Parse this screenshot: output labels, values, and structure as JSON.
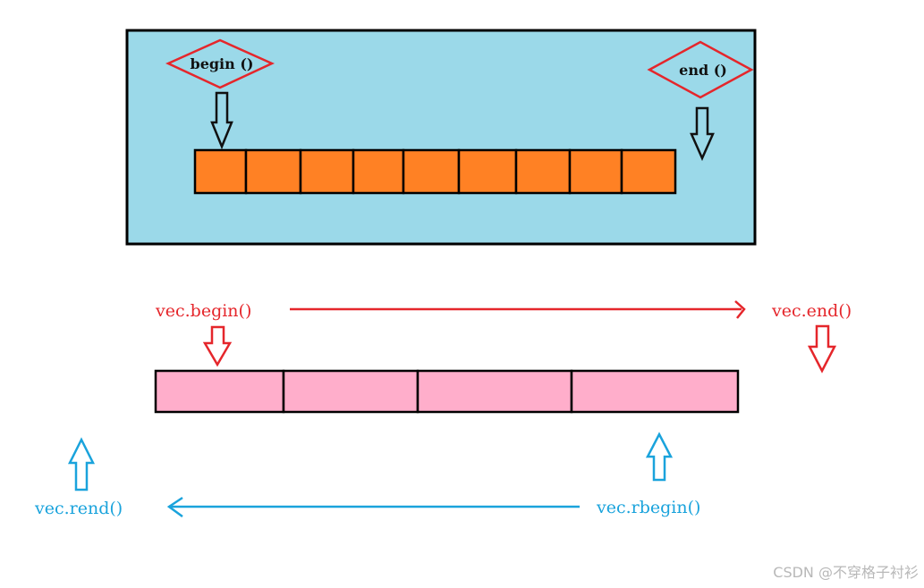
{
  "colors": {
    "panel_fill": "#9bd9e9",
    "cell_orange": "#ff8124",
    "cell_pink": "#ffaecb",
    "red": "#e5262b",
    "blue": "#1aa3dc",
    "black": "#111111"
  },
  "top_diagram": {
    "begin_label": "begin ()",
    "end_label": "end ()",
    "cell_count": 9
  },
  "bottom_diagram": {
    "begin_label": "vec.begin()",
    "end_label": "vec.end()",
    "rbegin_label": "vec.rbegin()",
    "rend_label": "vec.rend()",
    "cell_count": 4
  },
  "watermark": "CSDN @不穿格子衬衫"
}
